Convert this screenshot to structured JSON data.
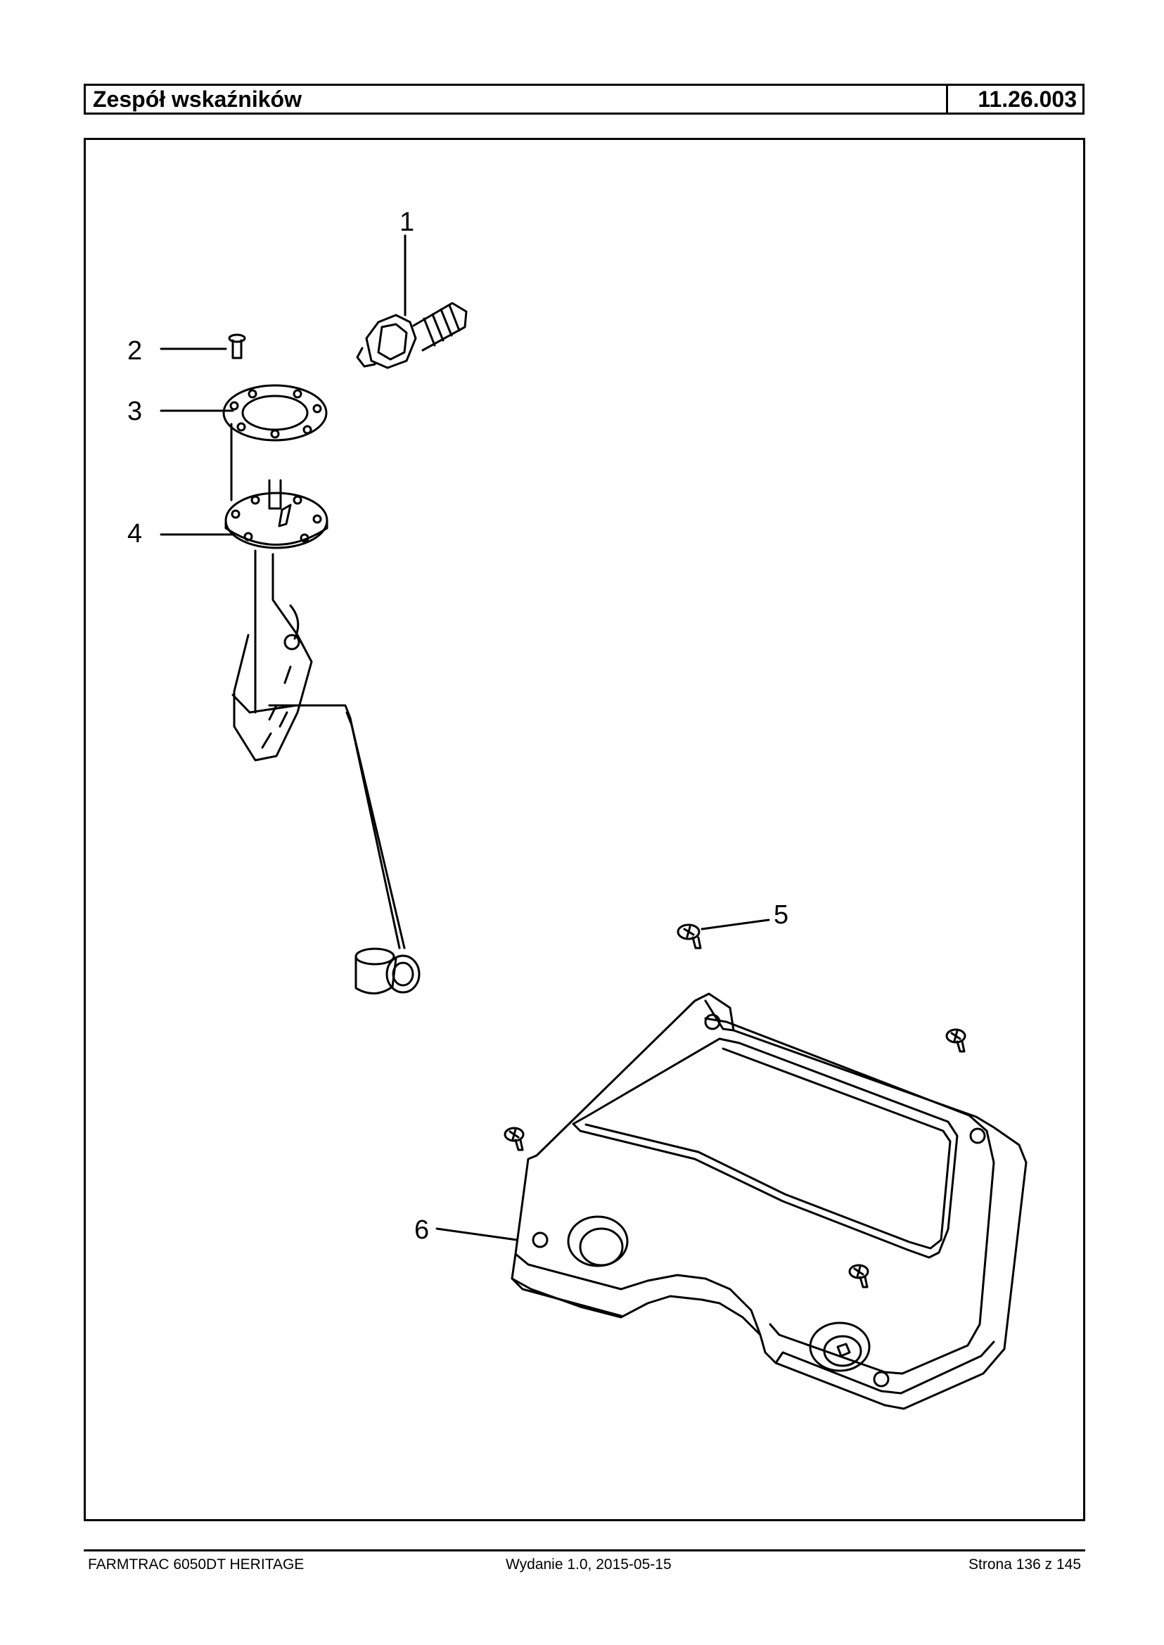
{
  "header": {
    "title": "Zespół wskaźników",
    "code": "11.26.003"
  },
  "callouts": [
    "1",
    "2",
    "3",
    "4",
    "5",
    "6"
  ],
  "footer": {
    "model": "FARMTRAC 6050DT HERITAGE",
    "edition": "Wydanie 1.0,  2015-05-15",
    "page": "Strona 136 z 145"
  }
}
